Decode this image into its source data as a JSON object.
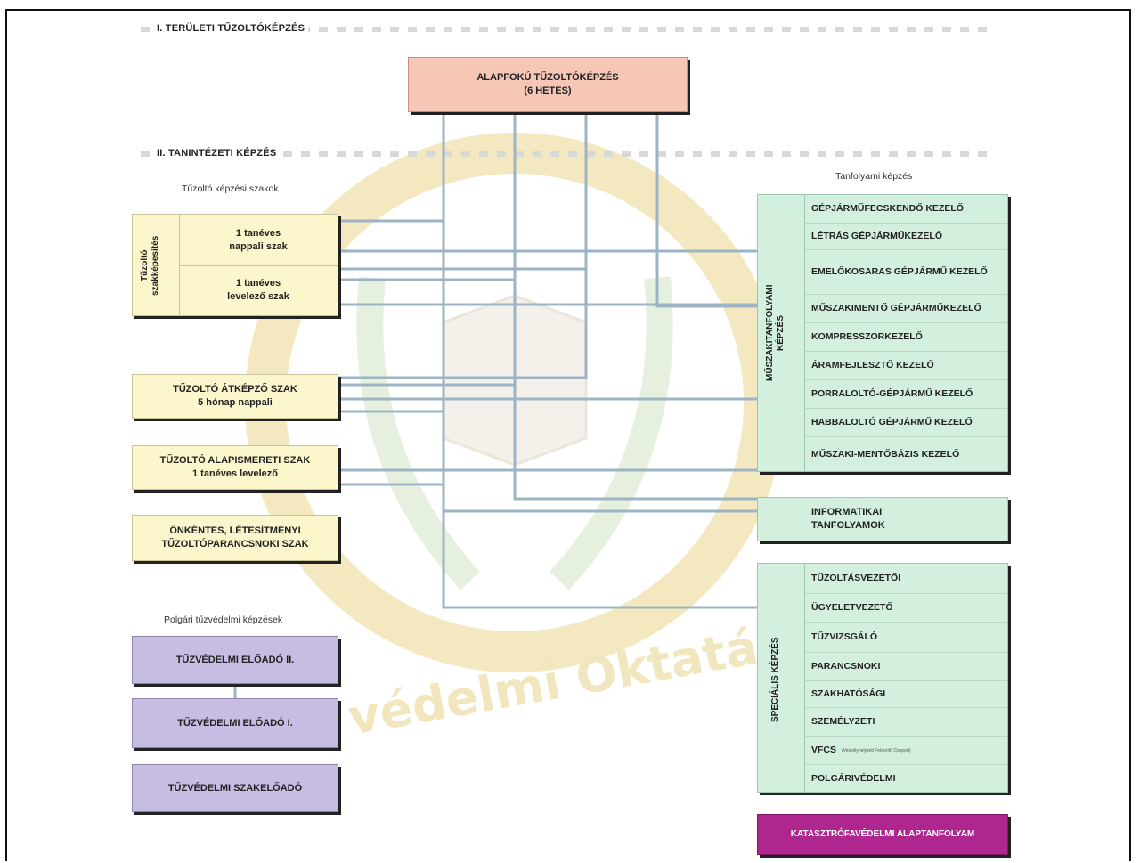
{
  "sections": {
    "teruleti": "I. TERÜLETI TŰZOLTÓKÉPZÉS",
    "tanintezeti": "II. TANINTÉZETI KÉPZÉS"
  },
  "captions": {
    "szakok": "Tűzoltó képzési szakok",
    "tanfolyami": "Tanfolyami képzés",
    "polgari": "Polgári tűzvédelmi képzések"
  },
  "top_box": {
    "line1": "ALAPFOKÚ TŰZOLTÓKÉPZÉS",
    "line2": "(6 HETES)"
  },
  "left_group": {
    "side_label_1": "Tűzoltó",
    "side_label_2": "szakképesítés",
    "row1_line1": "1 tanéves",
    "row1_line2": "nappali szak",
    "row2_line1": "1 tanéves",
    "row2_line2": "levelező szak"
  },
  "left_boxes": [
    {
      "line1": "TŰZOLTÓ ÁTKÉPZŐ SZAK",
      "line2": "5 hónap nappali"
    },
    {
      "line1": "TŰZOLTÓ ALAPISMERETI SZAK",
      "line2": "1 tanéves levelező"
    },
    {
      "line1": "ÖNKÉNTES, LÉTESÍTMÉNYI",
      "line2": "TŰZOLTÓPARANCSNOKI SZAK"
    }
  ],
  "purple_boxes": [
    "TŰZVÉDELMI ELŐADÓ II.",
    "TŰZVÉDELMI ELŐADÓ I.",
    "TŰZVÉDELMI SZAKELŐADÓ"
  ],
  "muszaki": {
    "label_1": "MŰSZAKITANFOLYAMI",
    "label_2": "KÉPZÉS",
    "items": [
      "GÉPJÁRMŰFECSKENDŐ KEZELŐ",
      "LÉTRÁS GÉPJÁRMŰKEZELŐ",
      "EMELŐKOSARAS GÉPJÁRMŰ KEZELŐ",
      "MŰSZAKIMENTŐ GÉPJÁRMŰKEZELŐ",
      "KOMPRESSZORKEZELŐ",
      "ÁRAMFEJLESZTŐ KEZELŐ",
      "PORRALOLTÓ-GÉPJÁRMŰ KEZELŐ",
      "HABBALOLTÓ GÉPJÁRMŰ KEZELŐ",
      "MŰSZAKI-MENTŐBÁZIS KEZELŐ"
    ]
  },
  "informatikai": {
    "line1": "INFORMATIKAI",
    "line2": "TANFOLYAMOK"
  },
  "specialis": {
    "label": "SPECIÁLIS KÉPZÉS",
    "items": [
      "TŰZOLTÁSVEZETŐI",
      "ÜGYELETVEZETŐ",
      "TŰZVIZSGÁLÓ",
      "PARANCSNOKI",
      "SZAKHATÓSÁGI",
      "SZEMÉLYZETI",
      "VFCS",
      "POLGÁRIVÉDELMI"
    ],
    "vfcs_note": "(Veszélyhelyzeti Felderítő Csoport)"
  },
  "katasztrofa": "KATASZTRÓFAVÉDELMI ALAPTANFOLYAM",
  "watermark": {
    "text1": "Katasztrófavédelmi Oktatási",
    "text2": "védelmi Oktatás"
  },
  "colors": {
    "yellow": "#fbf6cc",
    "salmon": "#f6c7b6",
    "purple": "#c7bde2",
    "green": "#d3efdd",
    "magenta": "#b0268f",
    "line": "#9db4c4"
  }
}
